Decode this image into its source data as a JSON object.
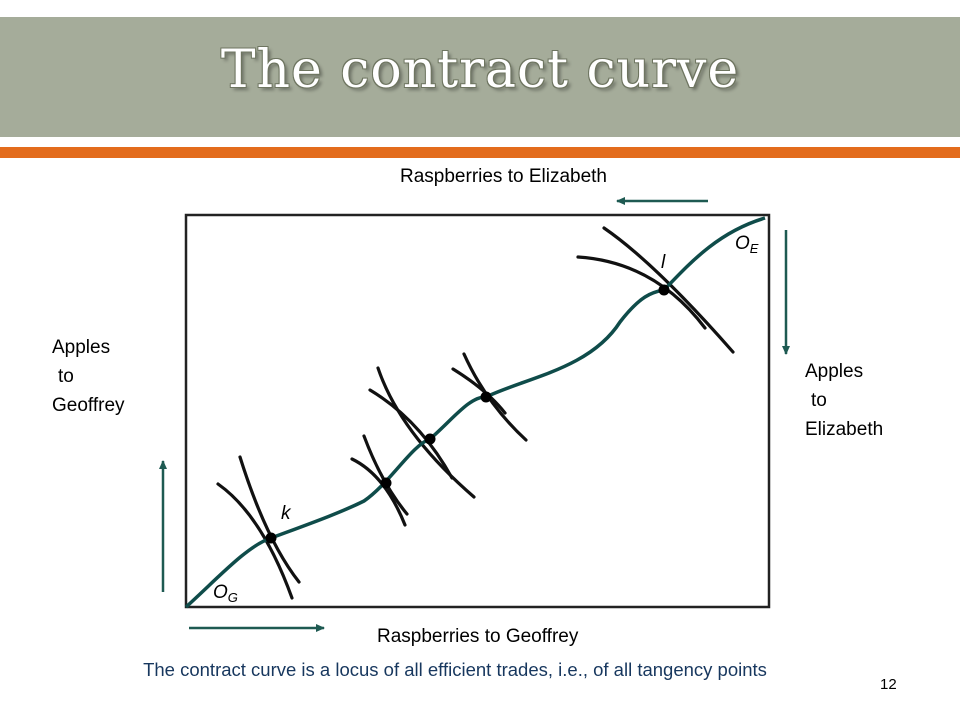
{
  "slide": {
    "title": "The contract curve",
    "footer": "The contract curve is a locus of all efficient trades, i.e., of all tangency points",
    "page_number": "12"
  },
  "diagram": {
    "top_label": "Raspberries to Elizabeth",
    "bottom_label": "Raspberries to Geoffrey",
    "left_label": [
      "Apples",
      "to",
      "Geoffrey"
    ],
    "right_label": [
      "Apples",
      "to",
      "Elizabeth"
    ],
    "origin_g": {
      "main": "O",
      "sub": "G"
    },
    "origin_e": {
      "main": "O",
      "sub": "E"
    },
    "point_k": "k",
    "point_l": "l"
  },
  "colors": {
    "title_bar": "#a5ac9a",
    "accent_bar": "#e36c1d",
    "curve": "#0f4c4a",
    "arrows": "#1e5a52",
    "footer_text": "#17375e"
  }
}
